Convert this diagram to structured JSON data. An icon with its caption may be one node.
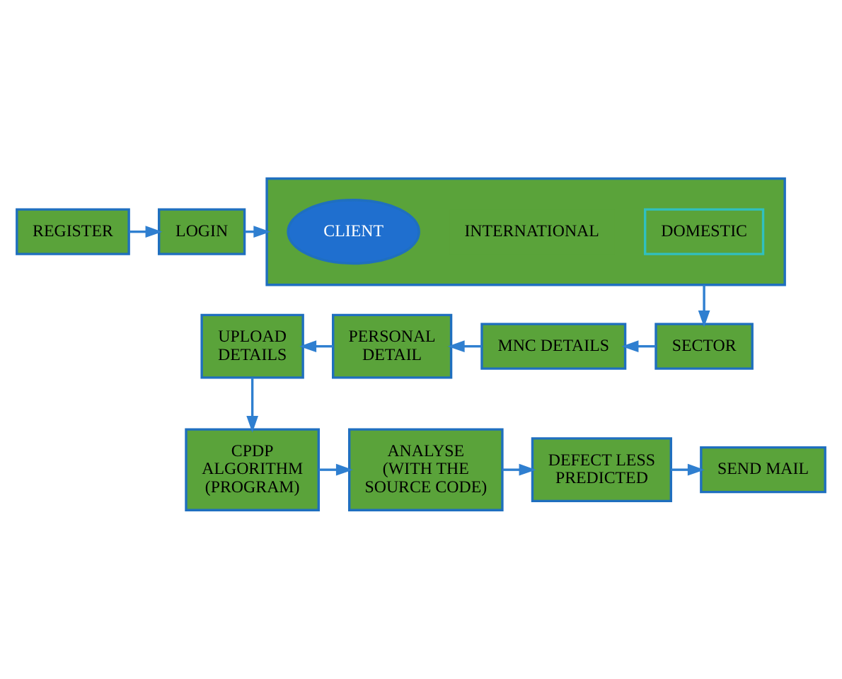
{
  "diagram": {
    "nodes": [
      {
        "text": [
          "REGISTER"
        ]
      },
      {
        "text": [
          "LOGIN"
        ]
      },
      {
        "text": [],
        "shape": "box"
      },
      {
        "text": [
          "CLIENT"
        ],
        "in": 2
      },
      {
        "text": [
          "INTERNATIONAL"
        ],
        "in": 2
      },
      {
        "text": [
          "DOMESTIC"
        ],
        "in": 2
      },
      {
        "text": [
          "SECTOR"
        ]
      },
      {
        "text": [
          "MNC DETAILS"
        ]
      },
      {
        "text": [
          "PERSONAL DETAIL"
        ]
      },
      {
        "text": [
          "UPLOAD DETAILS"
        ]
      },
      {
        "text": [
          "CPDP ALGORITHM (PROGRAM)"
        ]
      },
      {
        "text": [
          "ANALYSE (WITH THE SOURCE CODE)"
        ]
      },
      {
        "text": [
          "DEFECT LESS PREDICTED"
        ]
      },
      {
        "text": [
          "SEND MAIL"
        ]
      }
    ],
    "edges": [
      {
        "from": 0,
        "to": 1,
        "arrow": "to"
      },
      {
        "from": 1,
        "to": 2,
        "arrow": "to"
      },
      {
        "from": 2,
        "to": 6,
        "arrow": "to"
      },
      {
        "from": 6,
        "to": 7,
        "arrow": "to"
      },
      {
        "from": 7,
        "to": 8,
        "arrow": "to"
      },
      {
        "from": 8,
        "to": 9,
        "arrow": "to"
      },
      {
        "from": 9,
        "to": 10,
        "arrow": "to"
      },
      {
        "from": 10,
        "to": 11,
        "arrow": "to"
      },
      {
        "from": 11,
        "to": 12,
        "arrow": "to"
      },
      {
        "from": 12,
        "to": 13,
        "arrow": "to"
      }
    ]
  }
}
